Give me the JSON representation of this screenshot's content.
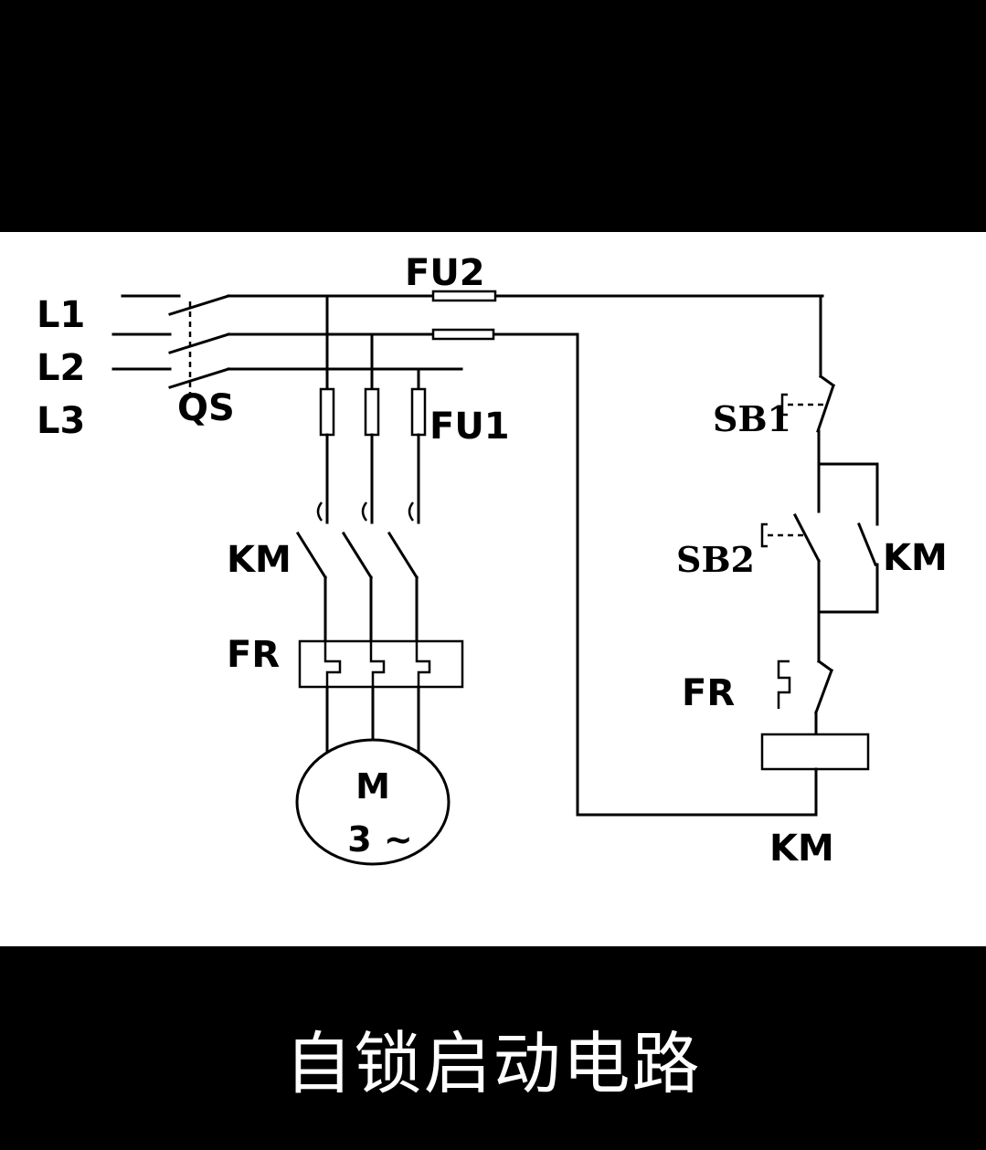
{
  "caption": "自锁启动电路",
  "labels": {
    "l1": "L1",
    "l2": "L2",
    "l3": "L3",
    "qs": "QS",
    "fu2": "FU2",
    "fu1": "FU1",
    "km_main": "KM",
    "fr_main": "FR",
    "motor_m": "M",
    "motor_phase": "3 ~",
    "sb1": "SB1",
    "sb2": "SB2",
    "km_aux": "KM",
    "fr_ctrl": "FR",
    "km_coil": "KM"
  },
  "colors": {
    "background": "#000000",
    "panel": "#ffffff",
    "line": "#000000",
    "caption": "#ffffff"
  }
}
